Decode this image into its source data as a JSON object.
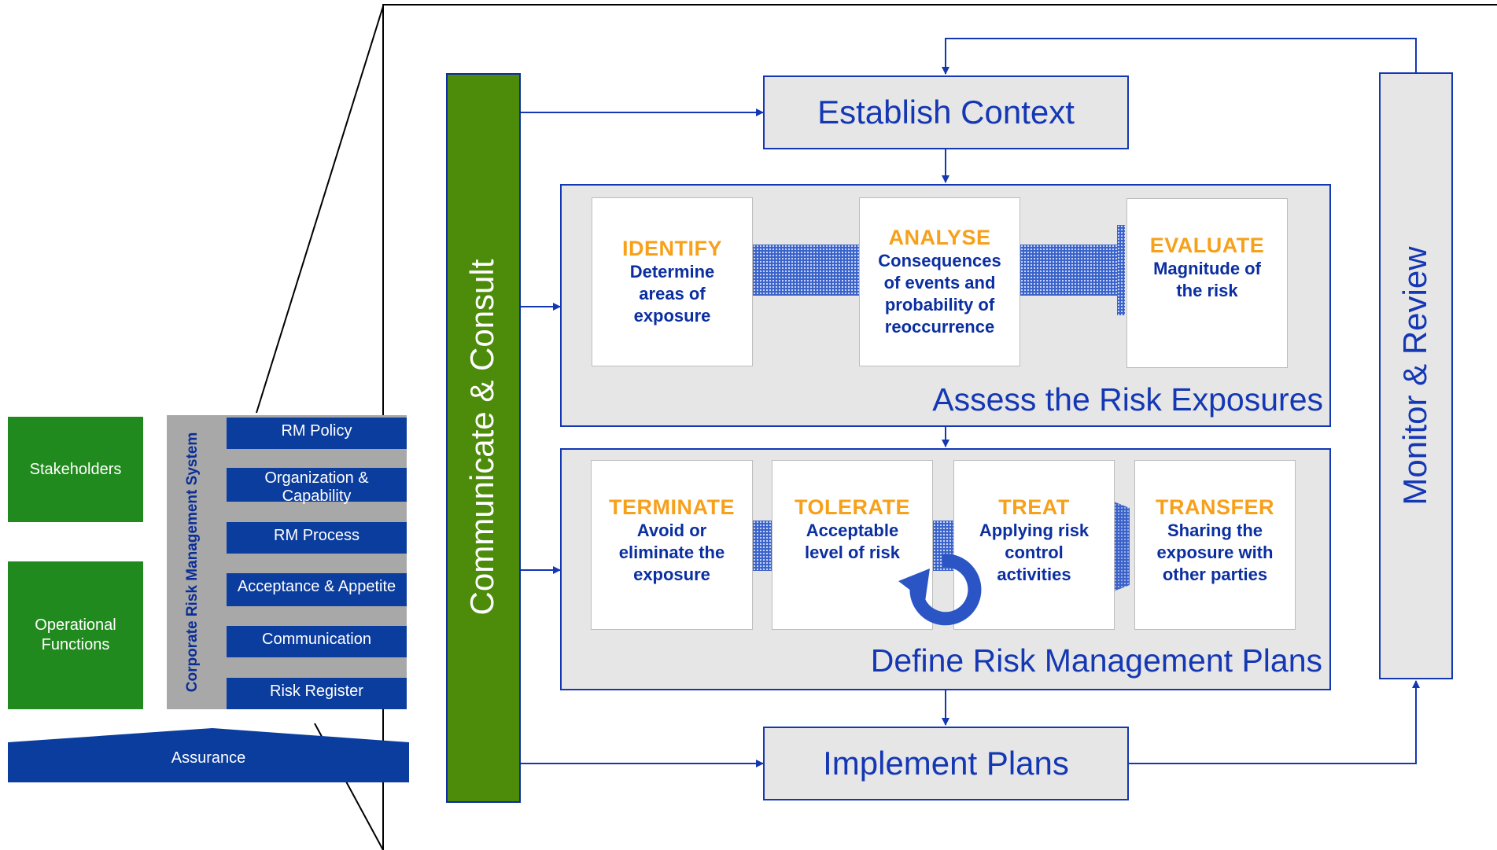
{
  "left_panel": {
    "stakeholders": "Stakeholders",
    "operational": "Operational\nFunctions",
    "system_label": "Corporate Risk Management System",
    "items": [
      "RM Policy",
      "Organization &\nCapability",
      "RM Process",
      "Acceptance & Appetite",
      "Communication",
      "Risk Register"
    ],
    "assurance": "Assurance"
  },
  "process": {
    "communicate": "Communicate & Consult",
    "monitor": "Monitor & Review",
    "establish": "Establish Context",
    "implement": "Implement Plans",
    "assess": {
      "title": "Assess the Risk Exposures",
      "cards": [
        {
          "title": "IDENTIFY",
          "desc": "Determine\nareas of\nexposure"
        },
        {
          "title": "ANALYSE",
          "desc": "Consequences\nof events and\nprobability of\nreoccurrence"
        },
        {
          "title": "EVALUATE",
          "desc": "Magnitude of\nthe risk"
        }
      ]
    },
    "plans": {
      "title": "Define Risk Management Plans",
      "cards": [
        {
          "title": "TERMINATE",
          "desc": "Avoid or\neliminate the\nexposure"
        },
        {
          "title": "TOLERATE",
          "desc": "Acceptable\nlevel of risk"
        },
        {
          "title": "TREAT",
          "desc": "Applying risk\ncontrol\nactivities"
        },
        {
          "title": "TRANSFER",
          "desc": "Sharing the\nexposure with\nother parties"
        }
      ]
    }
  },
  "colors": {
    "navy": "#0b3d9e",
    "green": "#218a1e",
    "olive_green": "#4c8c0a",
    "border_blue": "#1437b4",
    "orange": "#f7a01a",
    "panel_gray": "#e6e6e6"
  }
}
